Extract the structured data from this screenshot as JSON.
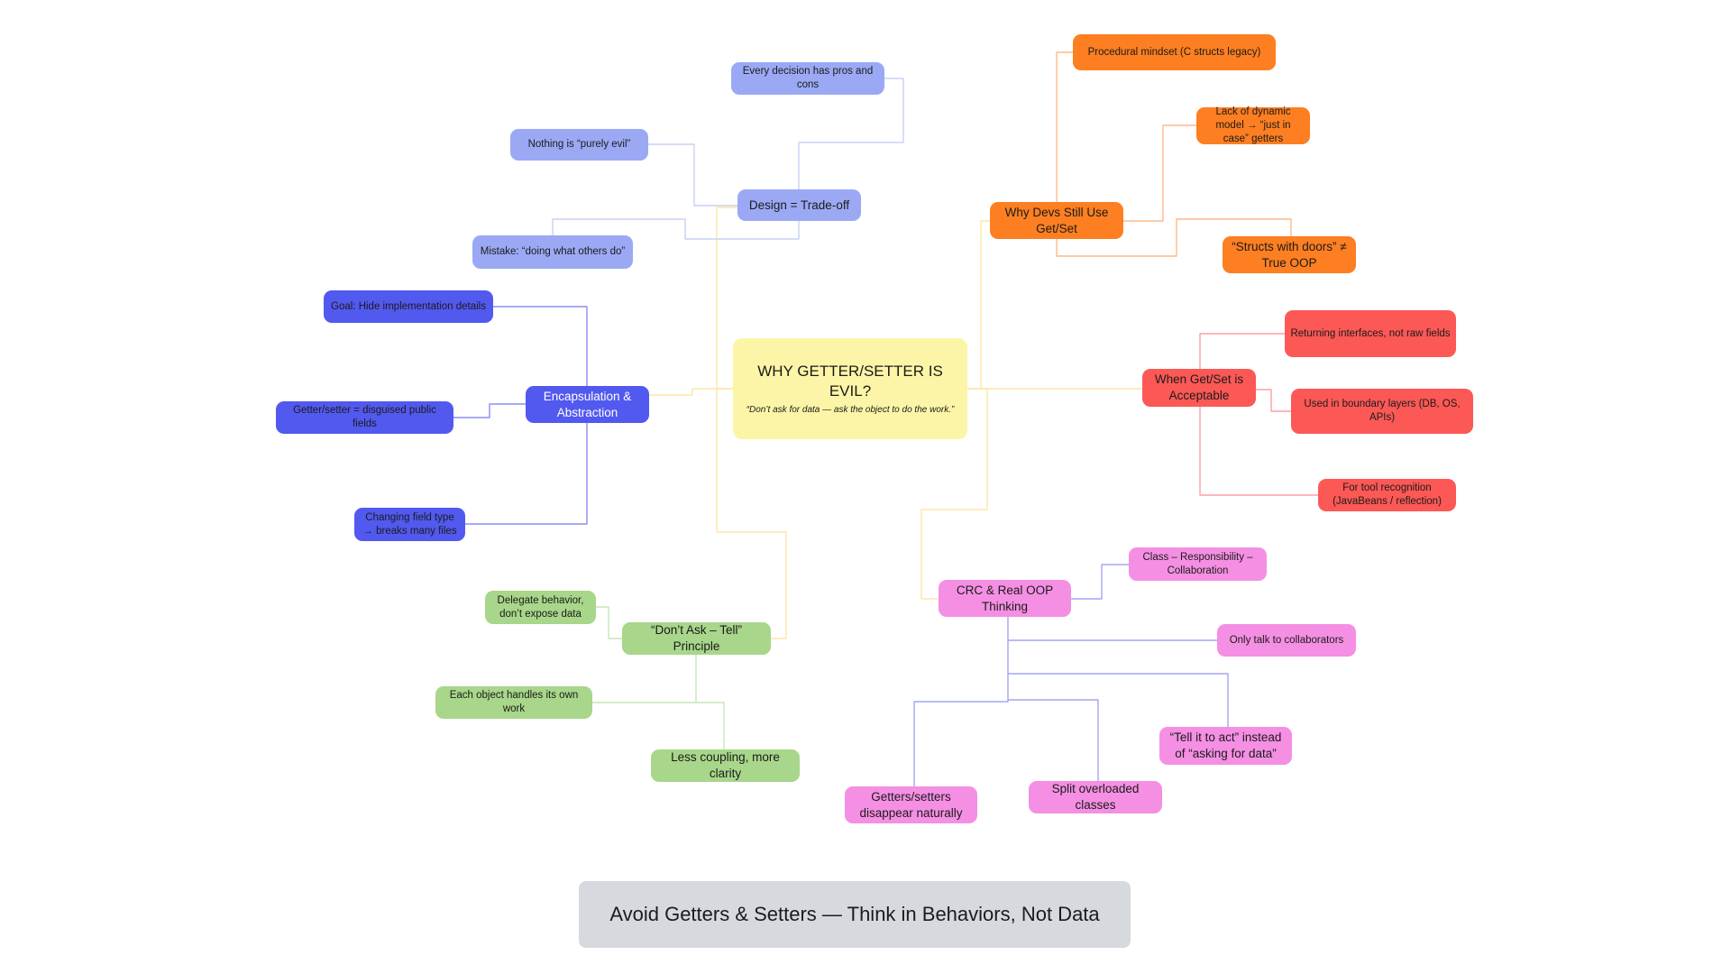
{
  "colors": {
    "design": "#9ba9f5",
    "encapsulation": "#5259ef",
    "dont_ask_tell": "#a8d68a",
    "why_devs": "#fd7f21",
    "when_acceptable": "#fc5856",
    "crc": "#f58fe3",
    "center": "#fcf5a7",
    "caption_bg": "#d6d9de"
  },
  "center": {
    "title": "WHY GETTER/SETTER IS EVIL?",
    "subtitle": "“Don’t ask for data — ask the object to do the work.”"
  },
  "branches": {
    "design": {
      "label": "Design = Trade-off",
      "children": [
        "Every decision has pros and cons",
        "Nothing is “purely evil”",
        "Mistake: “doing what others do”"
      ]
    },
    "encapsulation": {
      "label": "Encapsulation & Abstraction",
      "children": [
        "Goal: Hide implementation details",
        "Getter/setter = disguised public fields",
        "Changing field type → breaks many files"
      ]
    },
    "dont_ask_tell": {
      "label": "“Don’t Ask – Tell” Principle",
      "children": [
        "Delegate behavior, don’t expose data",
        "Each object handles its own work",
        "Less coupling, more clarity"
      ]
    },
    "why_devs": {
      "label": "Why Devs Still Use Get/Set",
      "children": [
        "Procedural mindset (C structs legacy)",
        "Lack of dynamic model → “just in case” getters",
        "“Structs with doors” ≠ True OOP"
      ]
    },
    "when_acceptable": {
      "label": "When Get/Set is Acceptable",
      "children": [
        "Returning interfaces, not raw fields",
        "Used in boundary layers (DB, OS, APIs)",
        "For tool recognition (JavaBeans / reflection)"
      ]
    },
    "crc": {
      "label": "CRC & Real OOP Thinking",
      "children": [
        "Class – Responsibility – Collaboration",
        "Only talk to collaborators",
        "“Tell it to act” instead of “asking for data”",
        "Split overloaded classes",
        "Getters/setters disappear naturally"
      ]
    }
  },
  "caption": "Avoid Getters & Setters — Think in Behaviors, Not Data"
}
